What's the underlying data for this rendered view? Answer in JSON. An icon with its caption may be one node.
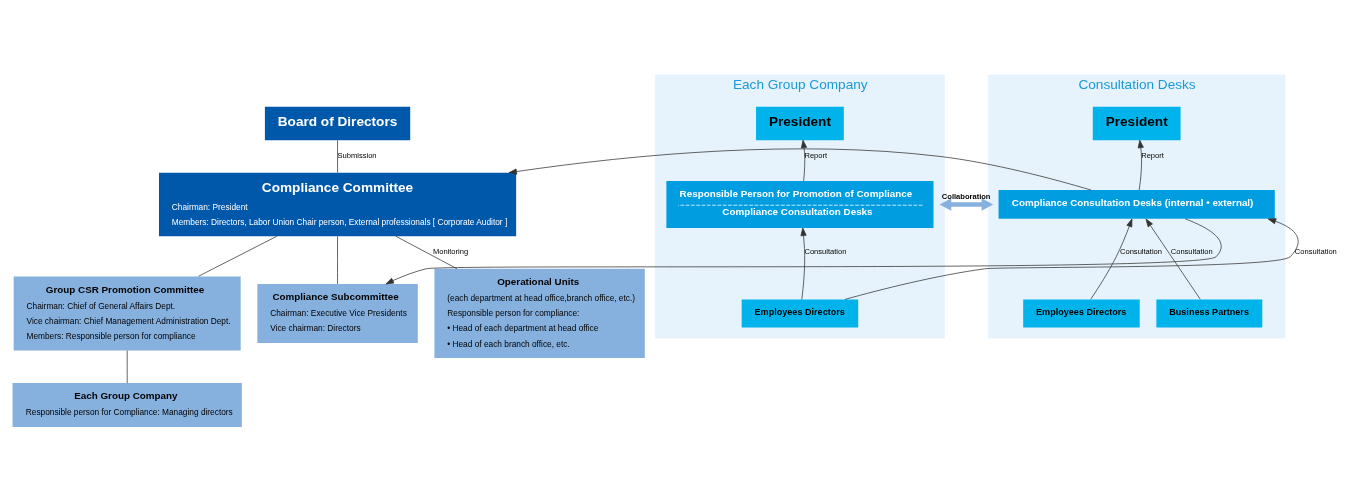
{
  "diagram": {
    "nodes": [
      {
        "text": [
          "Board of Directors"
        ]
      },
      {
        "text": [
          "Compliance Committee",
          "Chairman: President",
          "Members: Directors, Labor Union Chair person, External professionals [ Corporate Auditor ]"
        ]
      },
      {
        "text": [
          "Group CSR Promotion Committee",
          "Chairman: Chief of General Affairs Dept.",
          "Vice chairman: Chief Management Administration Dept.",
          "Members: Responsible person for compliance"
        ]
      },
      {
        "text": [
          "Compliance Subcommittee",
          "Chairman: Executive Vice Presidents",
          "Vice chairman: Directors"
        ]
      },
      {
        "text": [
          "Each Group Company",
          "Responsible person for Compliance: Managing directors"
        ]
      },
      {
        "text": [
          "Operational Units",
          "(each department at head office,branch office, etc.)",
          "Responsible person for compliance:",
          "• Head of each department at head office",
          "• Head of each branch office, etc."
        ]
      },
      {
        "text": [
          "Consultation Desks"
        ]
      },
      {
        "text": [
          "President"
        ],
        "in": 6
      },
      {
        "text": [
          "Compliance Consultation Desks (internal • external)"
        ],
        "in": 6
      },
      {
        "text": [
          "Employees Directors"
        ],
        "in": 6
      },
      {
        "text": [
          "Business Partners"
        ],
        "in": 6
      },
      {
        "text": [
          "Each Group Company"
        ]
      },
      {
        "text": [
          "President"
        ],
        "in": 11
      },
      {
        "text": [
          "Responsible Person for Promotion of Compliance",
          "Compliance Consultation Desks"
        ],
        "in": 11
      },
      {
        "text": [
          "Employees Directors"
        ],
        "in": 11
      }
    ],
    "edges": [
      {
        "from": 0,
        "to": 1,
        "arrow": "none",
        "label": "Submission"
      },
      {
        "from": 1,
        "to": 2,
        "arrow": "none"
      },
      {
        "from": 1,
        "to": 3,
        "arrow": "none"
      },
      {
        "from": 1,
        "to": 5,
        "arrow": "none",
        "label": "Monitoring"
      },
      {
        "from": 2,
        "to": 4,
        "arrow": "none"
      },
      {
        "from": 8,
        "to": 1,
        "arrow": "to"
      },
      {
        "from": 8,
        "to": 3,
        "arrow": "to"
      },
      {
        "from": 8,
        "to": 7,
        "arrow": "to",
        "label": "Report"
      },
      {
        "from": 9,
        "to": 8,
        "arrow": "to",
        "label": "Consultation"
      },
      {
        "from": 10,
        "to": 8,
        "arrow": "to",
        "label": "Consultation"
      },
      {
        "from": 14,
        "to": 8,
        "arrow": "to",
        "label": "Consultation"
      },
      {
        "from": 14,
        "to": 13,
        "arrow": "to",
        "label": "Consultation"
      },
      {
        "from": 13,
        "to": 12,
        "arrow": "to",
        "label": "Report"
      },
      {
        "from": 6,
        "to": 11,
        "arrow": "both",
        "label": "Collaboration",
        "style": "thick",
        "color": "#86b0de"
      }
    ]
  }
}
